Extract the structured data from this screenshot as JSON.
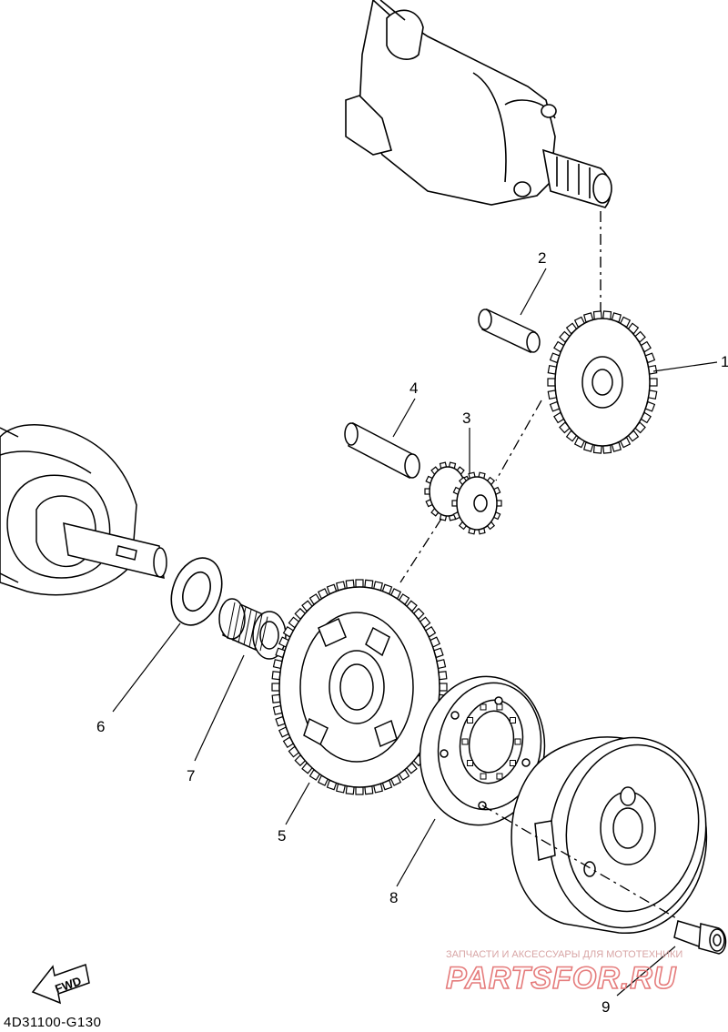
{
  "diagram_code": "4D31100-G130",
  "fwd_label": "FWD",
  "watermark": {
    "tagline": "ЗАПЧАСТИ И АКСЕССУАРЫ ДЛЯ МОТОТЕХНИКИ",
    "brand": "PARTSFOR.RU"
  },
  "callouts": [
    "1",
    "2",
    "3",
    "4",
    "5",
    "6",
    "7",
    "8",
    "9"
  ],
  "colors": {
    "line": "#000000",
    "watermark": "#e57b7b",
    "background": "#ffffff"
  }
}
